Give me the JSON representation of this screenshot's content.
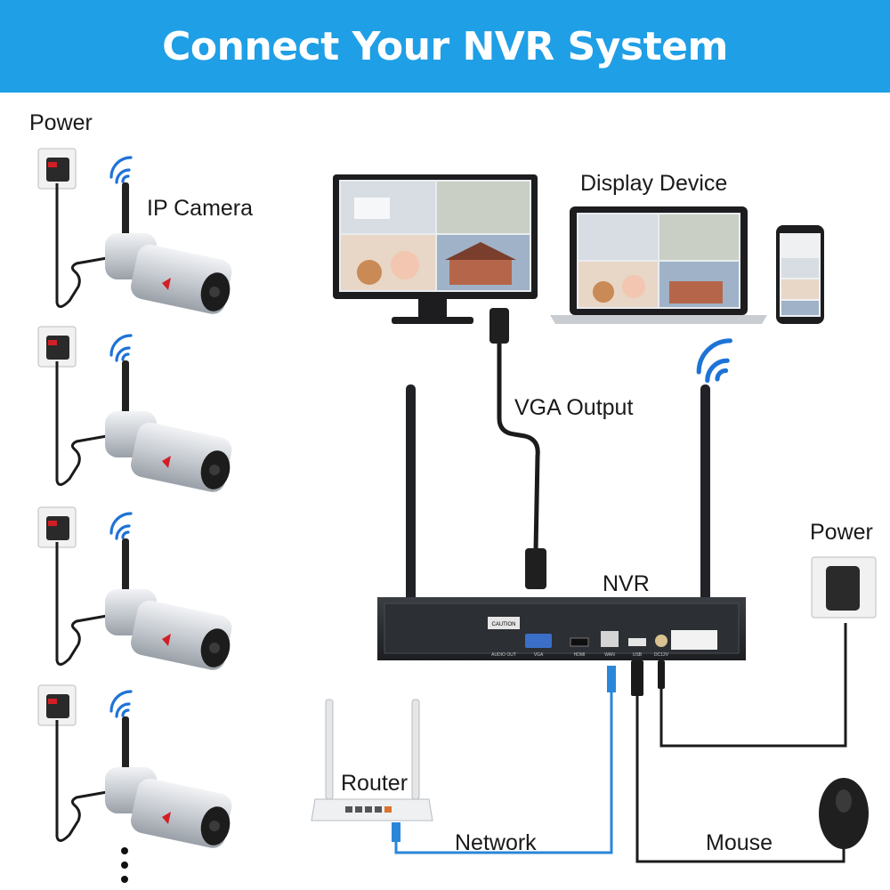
{
  "title": "Connect Your NVR System",
  "labels": {
    "power_left": "Power",
    "ip_camera": "IP Camera",
    "display_device": "Display Device",
    "vga_output": "VGA Output",
    "nvr": "NVR",
    "power_right": "Power",
    "router": "Router",
    "network": "Network",
    "mouse": "Mouse"
  },
  "nvr_panel": {
    "caution": "CAUTION",
    "audio_out": "AUDIO OUT",
    "vga": "VGA",
    "hdmi": "HDMI",
    "wan": "WAN",
    "usb": "USB",
    "dc": "DC12V"
  },
  "colors": {
    "banner": "#1f9fe6",
    "wifi": "#1e73d6",
    "network_cable": "#2a86d8",
    "camera_body": "#cfd3d8",
    "camera_accent": "#d21f26"
  },
  "cameras": [
    {
      "id": "camera-1"
    },
    {
      "id": "camera-2"
    },
    {
      "id": "camera-3"
    },
    {
      "id": "camera-4"
    }
  ]
}
